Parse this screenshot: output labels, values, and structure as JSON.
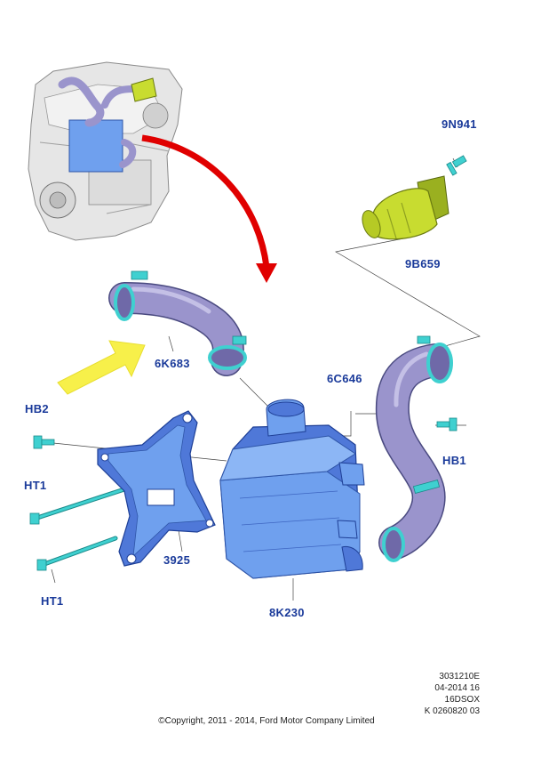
{
  "parts": {
    "p_9n941": "9N941",
    "p_9b659": "9B659",
    "p_6k683": "6K683",
    "p_6c646": "6C646",
    "p_hb2": "HB2",
    "p_hb1": "HB1",
    "p_ht1_top": "HT1",
    "p_ht1_bottom": "HT1",
    "p_3925": "3925",
    "p_8k230": "8K230"
  },
  "reference": {
    "line1": "3031210E",
    "line2": "04-2014 16",
    "line3": "16DSOX",
    "line4": "K 0260820 03"
  },
  "copyright": "©Copyright, 2011 - 2014, Ford Motor Company Limited",
  "colors": {
    "part_blue": "#6fa0ee",
    "clamp_cyan": "#3fd0d0",
    "hose_violet": "#9a94cc",
    "filter_yellow": "#c8dc30",
    "arrow_red": "#e00000",
    "arrow_yellow": "#f7f04a",
    "label_blue": "#1a3a9a"
  }
}
